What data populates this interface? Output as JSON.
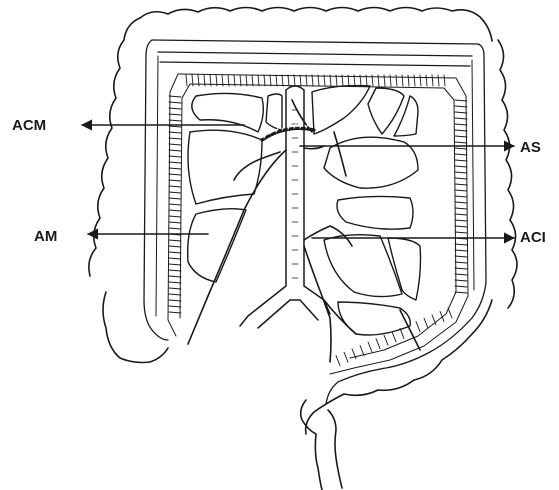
{
  "labels": {
    "acm": "ACM",
    "am": "AM",
    "as": "AS",
    "aci": "ACI"
  },
  "colors": {
    "ink": "#1a1a1a",
    "fill": "#ffffff"
  }
}
